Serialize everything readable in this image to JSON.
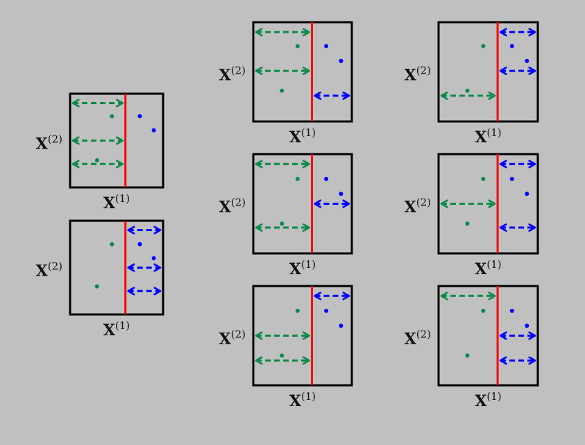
{
  "labels": {
    "x_axis": "X",
    "x_sup": "(1)",
    "y_axis": "X",
    "y_sup": "(2)"
  },
  "colors": {
    "background": "#c0c0c0",
    "frame": "#000000",
    "split_line": "#ff0000",
    "green": "#0b8a4a",
    "blue": "#0000ff"
  },
  "panels": [
    {
      "id": "left-top",
      "green_points": [
        [
          0.45,
          0.24
        ],
        [
          0.29,
          0.71
        ]
      ],
      "blue_points": [
        [
          0.75,
          0.24
        ],
        [
          0.9,
          0.39
        ]
      ],
      "green_arrow_levels": [
        0.1,
        0.5,
        0.75
      ],
      "blue_arrow_levels": []
    },
    {
      "id": "left-bottom",
      "green_points": [
        [
          0.45,
          0.25
        ],
        [
          0.29,
          0.7
        ]
      ],
      "blue_points": [
        [
          0.75,
          0.25
        ],
        [
          0.9,
          0.4
        ]
      ],
      "green_arrow_levels": [],
      "blue_arrow_levels": [
        0.1,
        0.5,
        0.75
      ]
    },
    {
      "id": "middle-top",
      "green_points": [
        [
          0.45,
          0.24
        ],
        [
          0.29,
          0.69
        ]
      ],
      "blue_points": [
        [
          0.74,
          0.24
        ],
        [
          0.89,
          0.39
        ]
      ],
      "green_arrow_levels": [
        0.1,
        0.49
      ],
      "blue_arrow_levels": [
        0.74
      ]
    },
    {
      "id": "middle-middle",
      "green_points": [
        [
          0.45,
          0.25
        ],
        [
          0.29,
          0.7
        ]
      ],
      "blue_points": [
        [
          0.74,
          0.25
        ],
        [
          0.89,
          0.4
        ]
      ],
      "green_arrow_levels": [
        0.1,
        0.74
      ],
      "blue_arrow_levels": [
        0.5
      ]
    },
    {
      "id": "middle-bottom",
      "green_points": [
        [
          0.45,
          0.25
        ],
        [
          0.29,
          0.7
        ]
      ],
      "blue_points": [
        [
          0.74,
          0.25
        ],
        [
          0.89,
          0.4
        ]
      ],
      "green_arrow_levels": [
        0.5,
        0.75
      ],
      "blue_arrow_levels": [
        0.1
      ]
    },
    {
      "id": "right-top",
      "green_points": [
        [
          0.45,
          0.24
        ],
        [
          0.29,
          0.69
        ]
      ],
      "blue_points": [
        [
          0.74,
          0.24
        ],
        [
          0.89,
          0.39
        ]
      ],
      "green_arrow_levels": [
        0.74
      ],
      "blue_arrow_levels": [
        0.1,
        0.49
      ]
    },
    {
      "id": "right-middle",
      "green_points": [
        [
          0.45,
          0.25
        ],
        [
          0.29,
          0.7
        ]
      ],
      "blue_points": [
        [
          0.74,
          0.25
        ],
        [
          0.89,
          0.4
        ]
      ],
      "green_arrow_levels": [
        0.5
      ],
      "blue_arrow_levels": [
        0.1,
        0.74
      ]
    },
    {
      "id": "right-bottom",
      "green_points": [
        [
          0.45,
          0.25
        ],
        [
          0.29,
          0.7
        ]
      ],
      "blue_points": [
        [
          0.74,
          0.25
        ],
        [
          0.89,
          0.4
        ]
      ],
      "green_arrow_levels": [
        0.1
      ],
      "blue_arrow_levels": [
        0.5,
        0.75
      ]
    }
  ]
}
